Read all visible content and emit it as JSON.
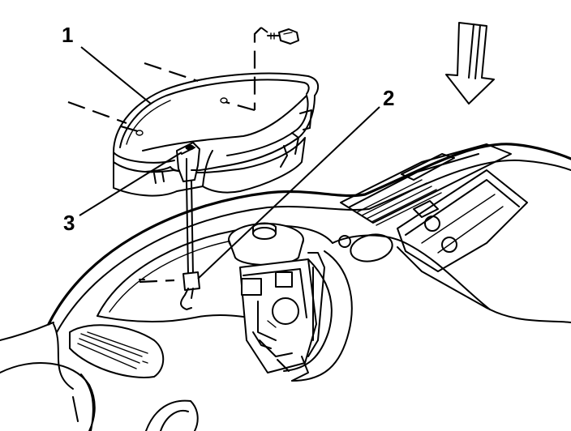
{
  "callouts": [
    {
      "id": "1",
      "label": "1"
    },
    {
      "id": "2",
      "label": "2"
    },
    {
      "id": "3",
      "label": "3"
    }
  ],
  "colors": {
    "line": "#000000",
    "background": "#ffffff"
  },
  "icons": {
    "direction_arrow": "down-arrow-icon"
  }
}
